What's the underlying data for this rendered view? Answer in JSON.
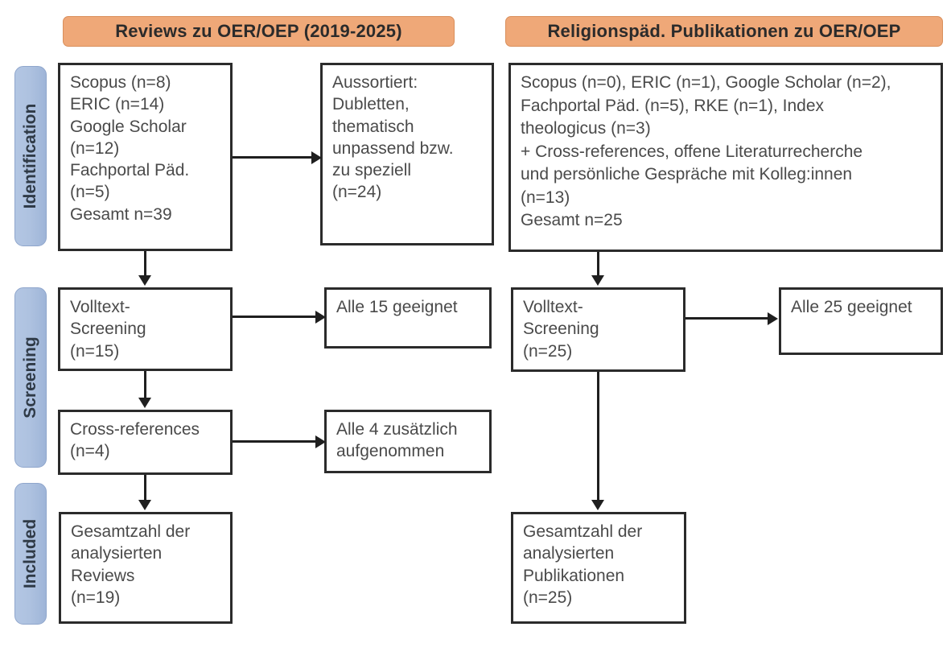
{
  "diagram": {
    "type": "prisma-flow-diagram",
    "columns": [
      {
        "id": "left",
        "header": "Reviews zu OER/OEP (2019-2025)"
      },
      {
        "id": "right",
        "header": "Religionspäd. Publikationen zu OER/OEP"
      }
    ],
    "stages": [
      {
        "id": "identification",
        "label": "Identification"
      },
      {
        "id": "screening",
        "label": "Screening"
      },
      {
        "id": "included",
        "label": "Included"
      }
    ],
    "colors": {
      "header_fill": "#efa878",
      "header_border": "#d98f5c",
      "stage_fill": "#aec2e0",
      "stage_border": "#8fa6cc",
      "box_border": "#2b2b2b",
      "box_fill": "#ffffff",
      "text": "#4a4a4a",
      "connector": "#1f1f1f"
    },
    "boxes": {
      "left_identification": "Scopus (n=8)\nERIC (n=14)\nGoogle Scholar\n(n=12)\nFachportal Päd.\n(n=5)\nGesamt n=39",
      "left_excluded": "Aussortiert:\nDubletten,\nthematisch\nunpassend bzw.\nzu speziell\n(n=24)",
      "left_screening": "Volltext-\nScreening\n(n=15)",
      "left_screening_result": "Alle 15 geeignet",
      "left_crossrefs": "Cross-references\n(n=4)",
      "left_crossrefs_result": "Alle 4 zusätzlich\naufgenommen",
      "left_included": "Gesamtzahl der\nanalysierten\nReviews\n(n=19)",
      "right_identification": "Scopus (n=0), ERIC (n=1), Google Scholar (n=2),\nFachportal Päd. (n=5), RKE (n=1), Index\ntheologicus (n=3)\n+ Cross-references, offene Literaturrecherche\nund persönliche Gespräche mit Kolleg:innen\n(n=13)\nGesamt n=25",
      "right_screening": "Volltext-\nScreening\n(n=25)",
      "right_screening_result": "Alle 25 geeignet",
      "right_included": "Gesamtzahl der\nanalysierten\nPublikationen\n(n=25)"
    },
    "counts": {
      "left_scopus": 8,
      "left_eric": 14,
      "left_google_scholar": 12,
      "left_fachportal": 5,
      "left_total": 39,
      "left_excluded": 24,
      "left_fulltext_screening": 15,
      "left_crossrefs": 4,
      "left_included": 19,
      "right_scopus": 0,
      "right_eric": 1,
      "right_google_scholar": 2,
      "right_fachportal": 5,
      "right_rke": 1,
      "right_index_theologicus": 3,
      "right_other_sources": 13,
      "right_total": 25,
      "right_fulltext_screening": 25,
      "right_included": 25
    }
  }
}
